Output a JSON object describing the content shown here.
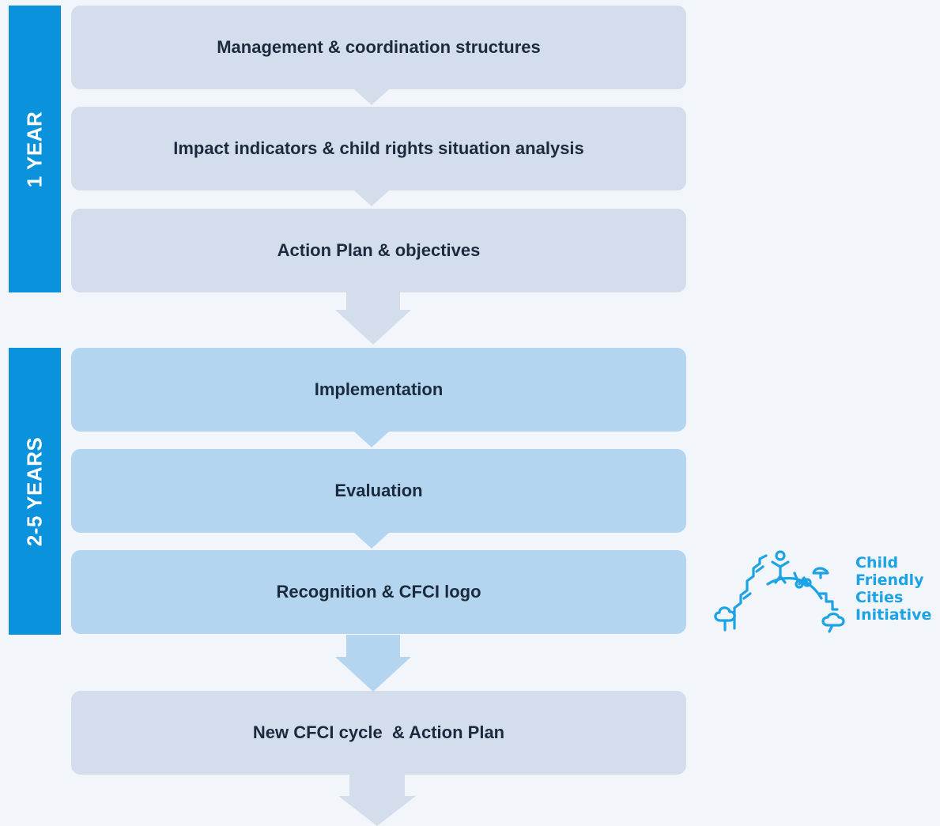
{
  "phases": [
    {
      "label": "1 YEAR"
    },
    {
      "label": "2-5 YEARS"
    }
  ],
  "steps": [
    {
      "label": "Management & coordination structures"
    },
    {
      "label": "Impact indicators & child rights situation analysis"
    },
    {
      "label": "Action Plan & objectives"
    },
    {
      "label": "Implementation"
    },
    {
      "label": "Evaluation"
    },
    {
      "label": "Recognition & CFCI logo"
    },
    {
      "label": "New CFCI cycle  & Action Plan"
    }
  ],
  "logo": {
    "lines": [
      "Child",
      "Friendly",
      "Cities",
      "Initiative"
    ]
  },
  "colors": {
    "background": "#f2f5f9",
    "phase_bar": "#0a93dc",
    "step_grey": "#d4ddec",
    "step_blue": "#b4d5f0",
    "text_dark": "#1b2a3d",
    "logo_blue": "#1ca3e6"
  }
}
